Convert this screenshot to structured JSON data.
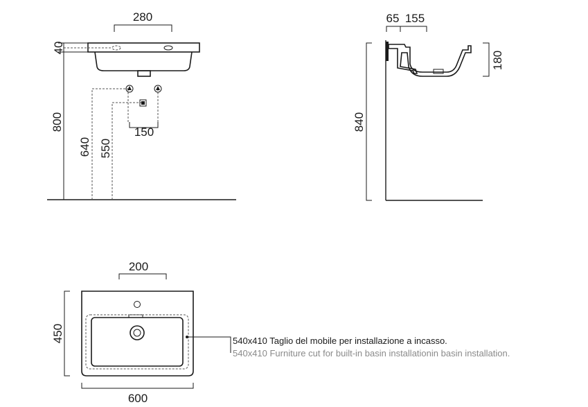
{
  "front_view": {
    "width": "280",
    "top_thickness": "40",
    "height_total": "800",
    "height_supply": "640",
    "height_drain": "550",
    "supply_spacing": "150"
  },
  "side_view": {
    "wall_gap": "65",
    "depth_part": "155",
    "bowl_height": "180",
    "height_total": "840"
  },
  "top_view": {
    "drain_offset": "200",
    "depth": "450",
    "width": "600",
    "note_it": "540x410 Taglio del mobile per installazione a incasso.",
    "note_en": "540x410 Furniture cut for built-in basin installationin basin installation."
  }
}
